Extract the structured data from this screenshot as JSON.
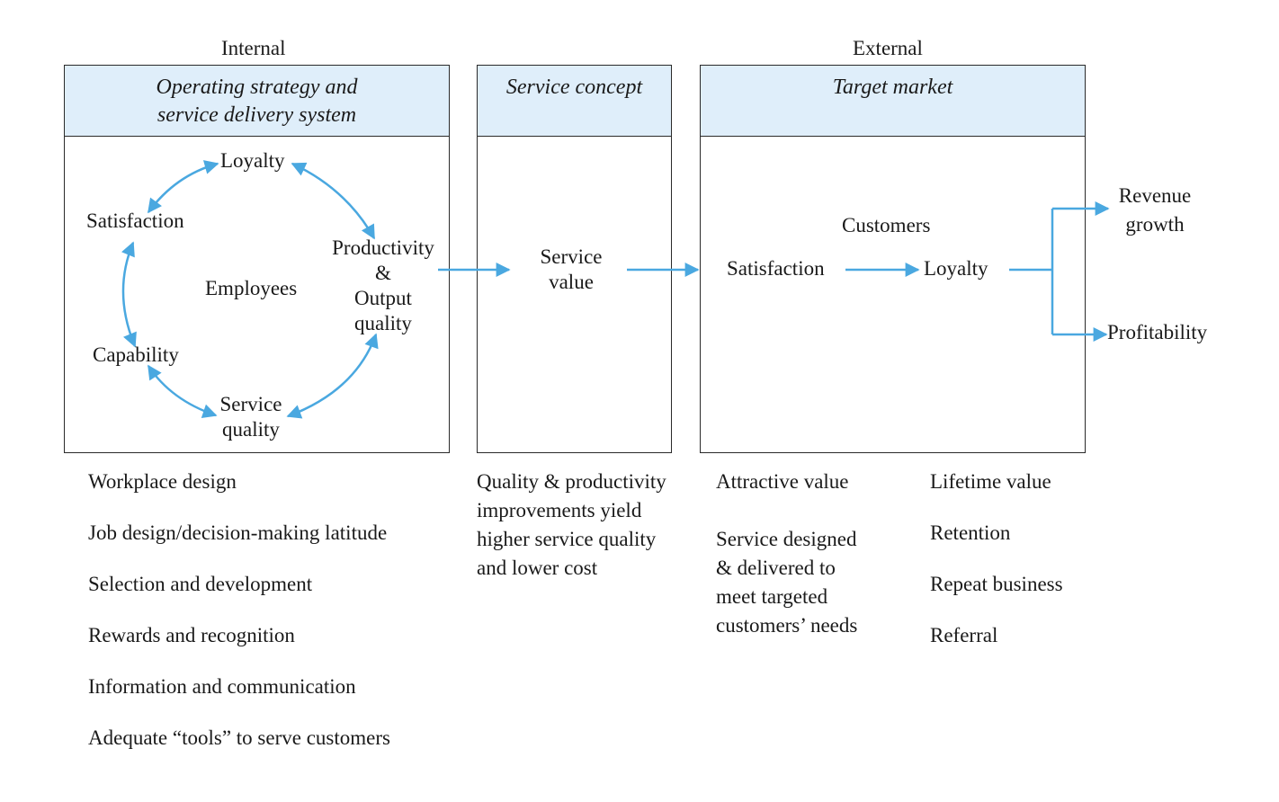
{
  "headers": {
    "internal": "Internal",
    "external": "External"
  },
  "boxes": {
    "operating": {
      "title_line1": "Operating strategy and",
      "title_line2": "service delivery system"
    },
    "service_concept": {
      "title": "Service concept"
    },
    "target_market": {
      "title": "Target market"
    }
  },
  "cycle": {
    "loyalty": "Loyalty",
    "satisfaction": "Satisfaction",
    "productivity_line1": "Productivity",
    "productivity_line2": "&",
    "productivity_line3": "Output",
    "productivity_line4": "quality",
    "employees": "Employees",
    "capability": "Capability",
    "service_quality_line1": "Service",
    "service_quality_line2": "quality"
  },
  "service_value": {
    "line1": "Service",
    "line2": "value"
  },
  "customers": {
    "label": "Customers",
    "satisfaction": "Satisfaction",
    "loyalty": "Loyalty"
  },
  "outcomes": {
    "revenue_line1": "Revenue",
    "revenue_line2": "growth",
    "profitability": "Profitability"
  },
  "internal_list": [
    "Workplace design",
    "Job design/decision-making latitude",
    "Selection and development",
    "Rewards and recognition",
    "Information and communication",
    "Adequate “tools” to serve customers"
  ],
  "service_concept_text": [
    "Quality & productivity",
    "improvements yield",
    "higher service quality",
    "and lower cost"
  ],
  "attractive_value": "Attractive value",
  "service_designed_text": [
    "Service designed",
    "& delivered to",
    "meet targeted",
    "customers’ needs"
  ],
  "external_list": [
    "Lifetime value",
    "Retention",
    "Repeat business",
    "Referral"
  ],
  "colors": {
    "arrow": "#4aa8e0",
    "header_fill": "#dfeefa",
    "border": "#2a2a2a"
  }
}
